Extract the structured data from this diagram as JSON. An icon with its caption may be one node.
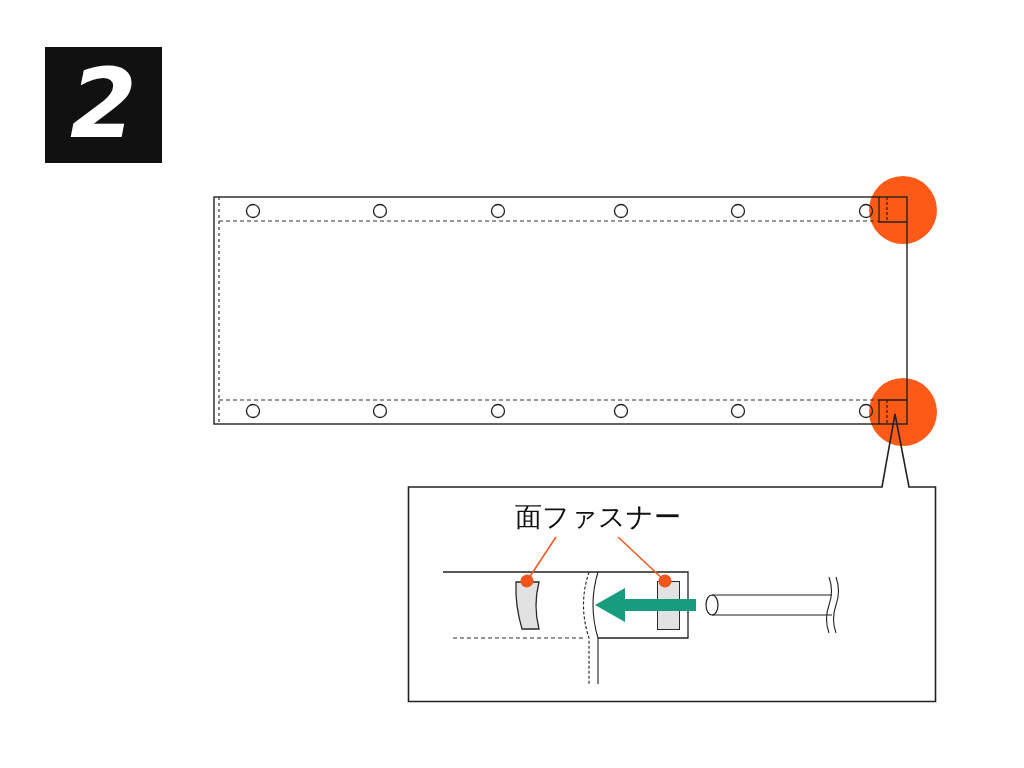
{
  "diagram": {
    "nodes": [
      {
        "text": [
          "2"
        ]
      },
      {
        "text": [
          "面ファスナー"
        ]
      },
      {
        "text": [],
        "shape": "box"
      },
      {
        "text": [],
        "shape": "box"
      }
    ],
    "edges": [
      {
        "from": 1,
        "to": 2,
        "arrow": "other",
        "color": "#f0561c"
      },
      {
        "from": 1,
        "to": 3,
        "arrow": "other",
        "color": "#f0561c"
      }
    ]
  }
}
